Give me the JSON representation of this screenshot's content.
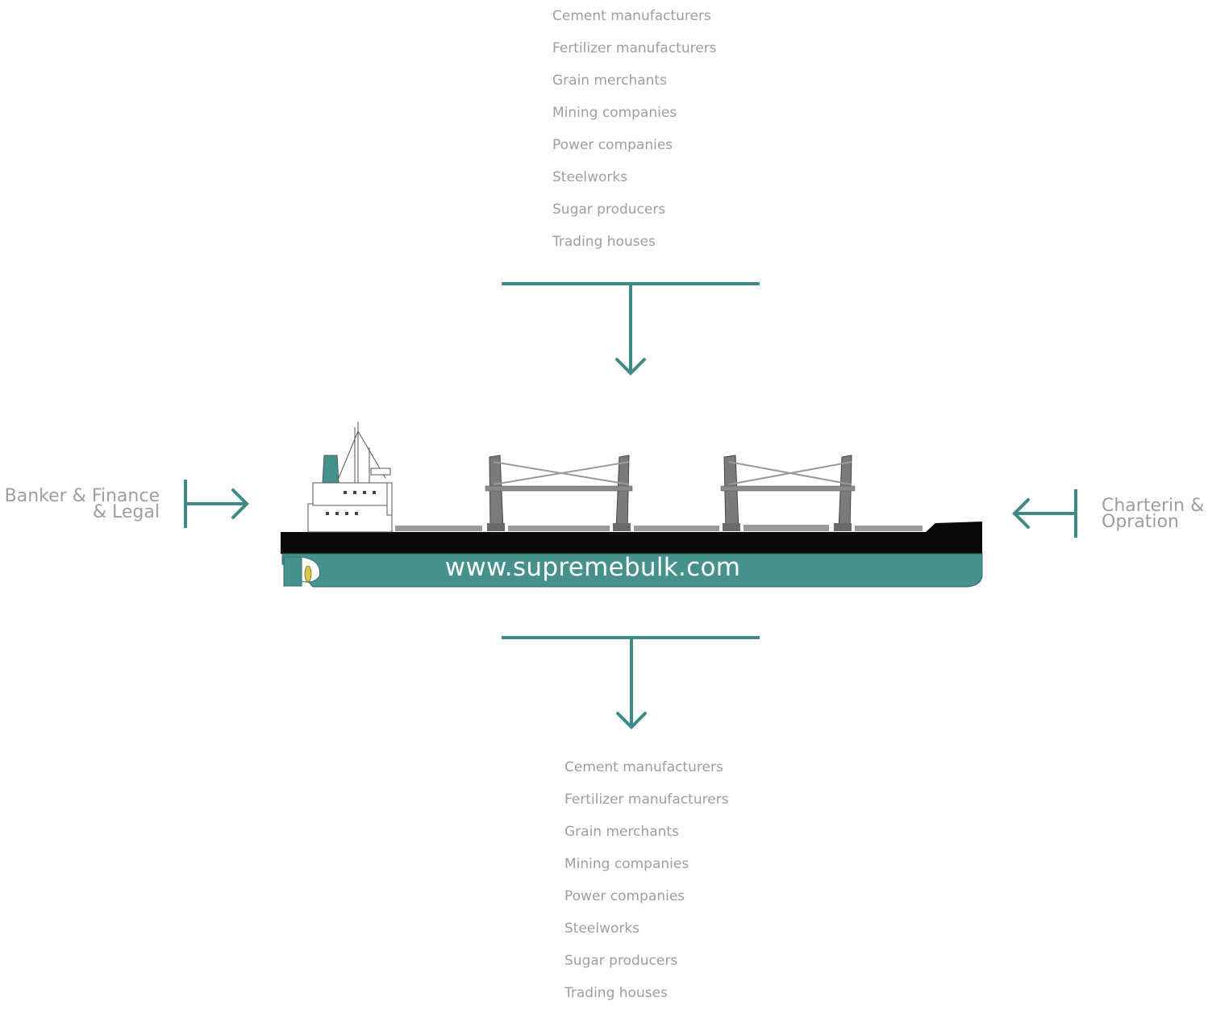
{
  "top_list": {
    "items": [
      "Cement manufacturers",
      "Fertilizer manufacturers",
      "Grain merchants",
      "Mining companies",
      "Power companies",
      "Steelworks",
      "Sugar producers",
      "Trading houses"
    ]
  },
  "bottom_list": {
    "items": [
      "Cement manufacturers",
      "Fertilizer manufacturers",
      "Grain merchants",
      "Mining companies",
      "Power companies",
      "Steelworks",
      "Sugar producers",
      "Trading houses"
    ]
  },
  "left_label": {
    "line1": "Banker & Finance",
    "line2": "& Legal"
  },
  "right_label": {
    "line1": "Charterin &",
    "line2": "Opration"
  },
  "ship": {
    "website": "www.supremebulk.com"
  },
  "colors": {
    "accent": "#3e8a86",
    "hull_teal": "#46918c",
    "hull_black": "#0a0a0a",
    "text_gray": "#9e9e9e"
  }
}
